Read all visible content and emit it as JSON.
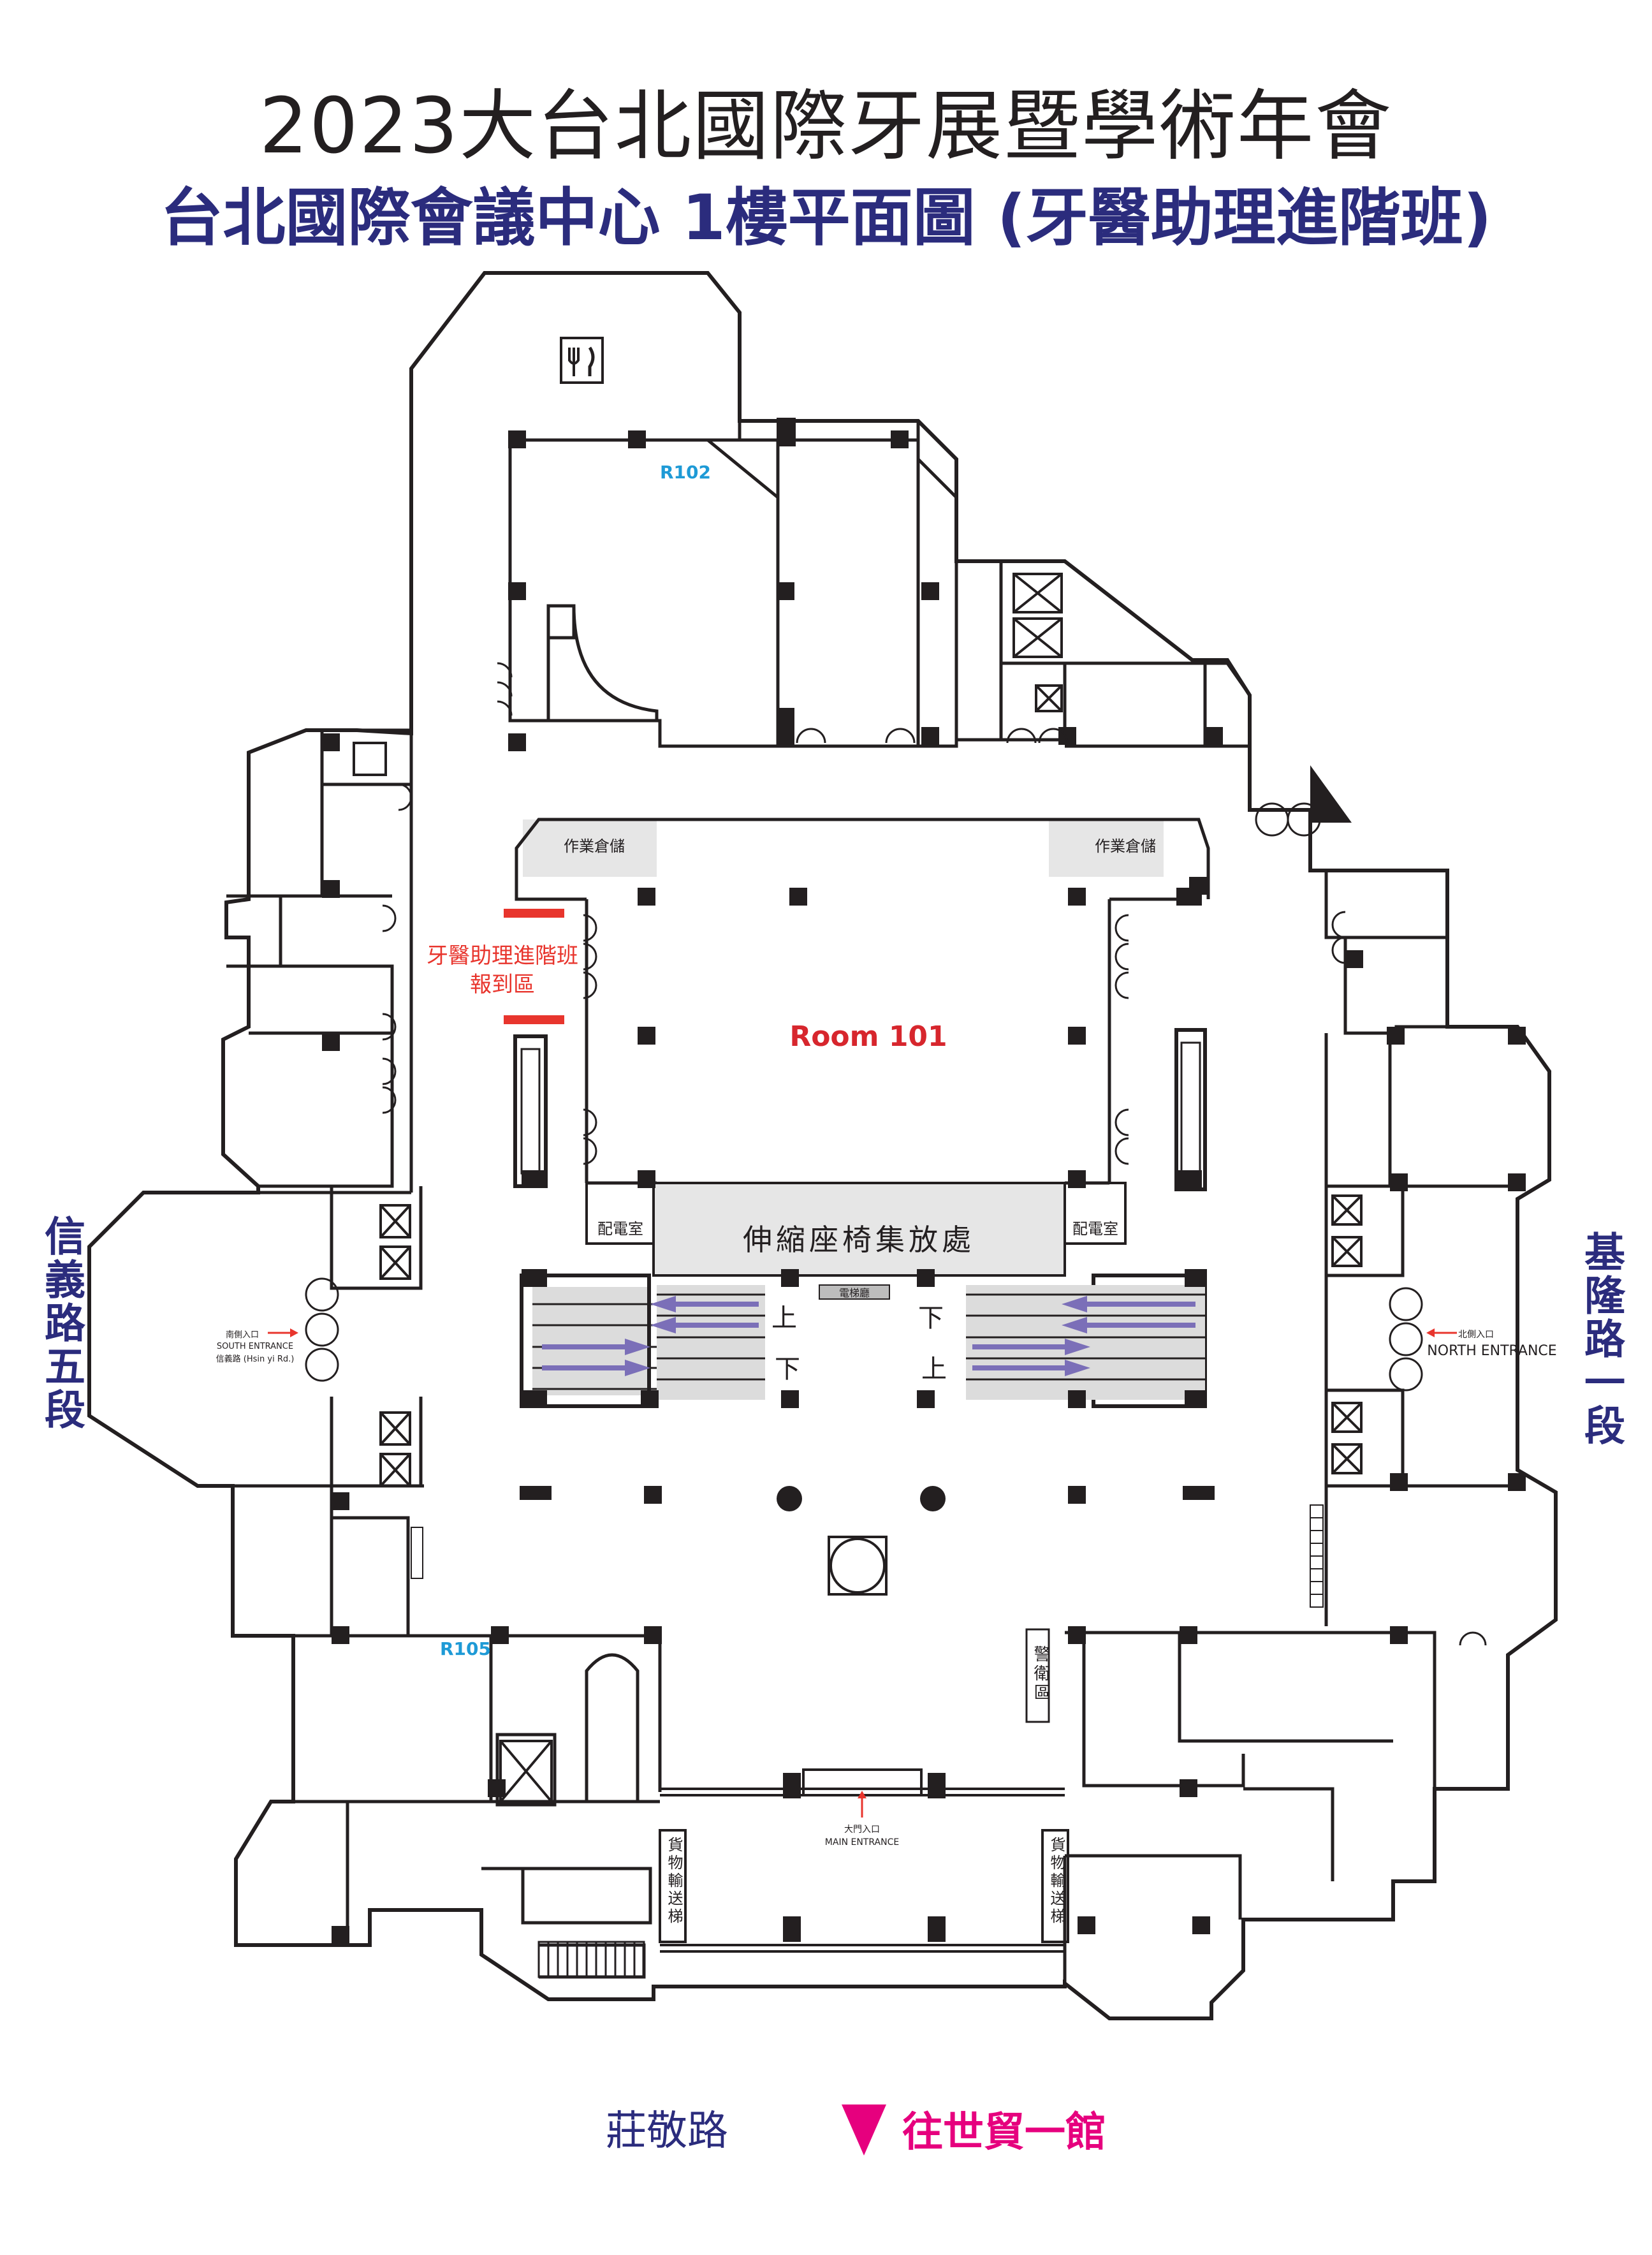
{
  "title": "2023大台北國際牙展暨學術年會",
  "subtitle": "台北國際會議中心 1樓平面圖 (牙醫助理進階班)",
  "rooms": {
    "r102": "R102",
    "r105": "R105",
    "room101": "Room 101",
    "storage_left": "作業倉儲",
    "storage_right": "作業倉儲",
    "electrical_left": "配電室",
    "electrical_right": "配電室",
    "seat_storage": "伸縮座椅集放處",
    "elevator_label": "電梯廳",
    "security": "警衛區",
    "freight_left": "貨物輸送梯",
    "freight_right": "貨物輸送梯"
  },
  "checkin": {
    "line1": "牙醫助理進階班",
    "line2": "報到區"
  },
  "entrances": {
    "south_zh": "南側入口",
    "south_en": "SOUTH ENTRANCE",
    "south_road": "信義路 (Hsin yi Rd.)",
    "north_zh": "北側入口",
    "north_en": "NORTH ENTRANCE",
    "main_zh": "大門入口",
    "main_en": "MAIN ENTRANCE"
  },
  "escalator_labels": {
    "left_up": "上",
    "left_down": "下",
    "right_down": "下",
    "right_up": "上"
  },
  "streets": {
    "west": "信義路五段",
    "east": "基隆路一段",
    "south": "莊敬路",
    "to_wtc": "往世貿一館"
  },
  "colors": {
    "wall": "#231f20",
    "title_blue": "#2b2c7d",
    "room_label_blue": "#1e9ad6",
    "room101_red": "#d7262d",
    "checkin_red": "#e8352d",
    "magenta": "#e6007e",
    "escalator_arrow": "#7b6fb8",
    "shade": "#e6e6e6"
  },
  "icons": [
    "restaurant-icon",
    "elevator-icon",
    "escalator-arrow-icon",
    "entrance-arrow-icon",
    "direction-triangle-icon"
  ]
}
